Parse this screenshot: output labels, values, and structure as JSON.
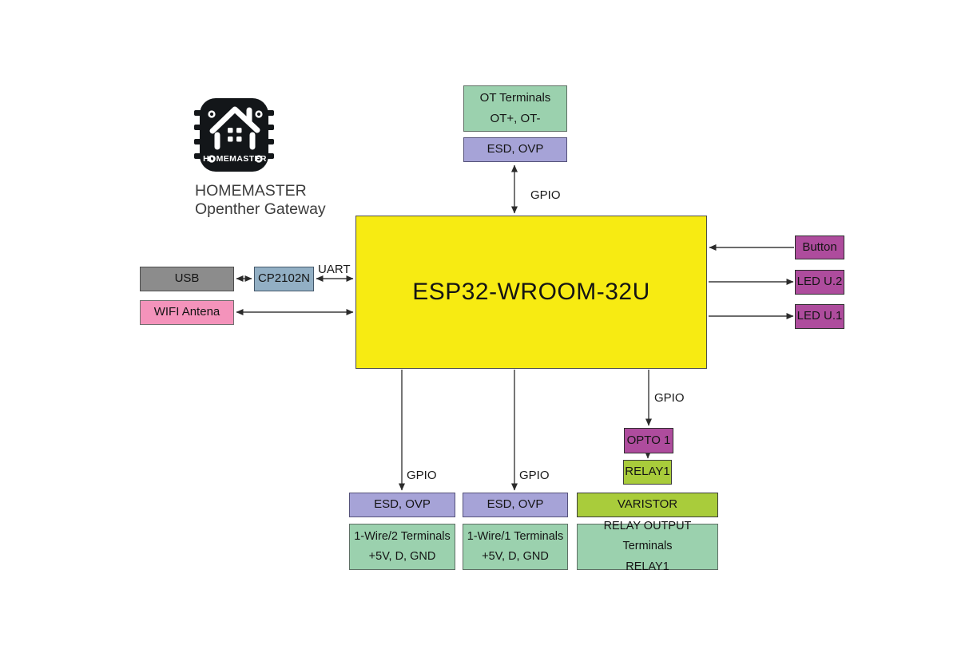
{
  "brand": {
    "chip_text": "HOMEMASTER",
    "title_line1": "HOMEMASTER",
    "title_line2": "Openther Gateway"
  },
  "blocks": {
    "ot_terminals": {
      "line1": "OT Terminals",
      "line2": "OT+, OT-"
    },
    "esd_ovp_top": {
      "label": "ESD, OVP"
    },
    "esp32": {
      "label": "ESP32-WROOM-32U"
    },
    "usb": {
      "label": "USB"
    },
    "cp2102n": {
      "label": "CP2102N"
    },
    "wifi_antena": {
      "label": "WIFI Antena"
    },
    "button": {
      "label": "Button"
    },
    "led_u2": {
      "label": "LED U.2"
    },
    "led_u1": {
      "label": "LED U.1"
    },
    "esd_ovp_1wire2": {
      "label": "ESD, OVP"
    },
    "esd_ovp_1wire1": {
      "label": "ESD, OVP"
    },
    "onewire2_terminals": {
      "line1": "1-Wire/2 Terminals",
      "line2": "+5V, D, GND"
    },
    "onewire1_terminals": {
      "line1": "1-Wire/1 Terminals",
      "line2": "+5V, D, GND"
    },
    "opto1": {
      "label": "OPTO 1"
    },
    "relay1": {
      "label": "RELAY1"
    },
    "varistor": {
      "label": "VARISTOR"
    },
    "relay_output_terminals": {
      "line1": "RELAY OUTPUT Terminals",
      "line2": "RELAY1"
    }
  },
  "connector_labels": {
    "gpio_top": "GPIO",
    "uart": "UART",
    "gpio_1wire2": "GPIO",
    "gpio_1wire1": "GPIO",
    "gpio_relay": "GPIO"
  },
  "colors": {
    "esp32_yellow": "#F7EB12",
    "terminal_green": "#9BD1AE",
    "esd_purple": "#A6A3D7",
    "accent_magenta": "#AE4C9D",
    "relay_lime": "#A9CC3B",
    "usb_gray": "#8C8C8C",
    "cp2102n_blue": "#92AFC4",
    "wifi_pink": "#F493BB",
    "wire": "#3c3c3c"
  }
}
